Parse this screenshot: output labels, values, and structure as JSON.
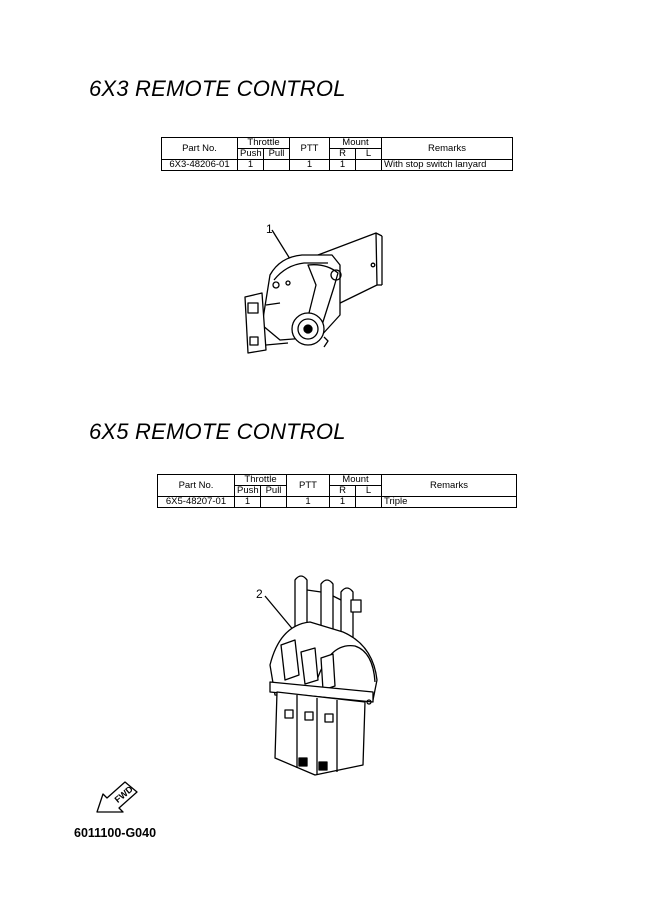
{
  "sections": [
    {
      "title": "6X3 REMOTE CONTROL",
      "table": {
        "headers": {
          "part_no": "Part No.",
          "throttle": "Throttle",
          "push": "Push",
          "pull": "Pull",
          "ptt": "PTT",
          "mount": "Mount",
          "r": "R",
          "l": "L",
          "remarks": "Remarks"
        },
        "row": {
          "part_no": "6X3-48206-01",
          "push": "1",
          "pull": "",
          "ptt": "1",
          "r": "1",
          "l": "",
          "remarks": "With stop switch lanyard"
        }
      },
      "callout": "1"
    },
    {
      "title": "6X5 REMOTE CONTROL",
      "table": {
        "headers": {
          "part_no": "Part No.",
          "throttle": "Throttle",
          "push": "Push",
          "pull": "Pull",
          "ptt": "PTT",
          "mount": "Mount",
          "r": "R",
          "l": "L",
          "remarks": "Remarks"
        },
        "row": {
          "part_no": "6X5-48207-01",
          "push": "1",
          "pull": "",
          "ptt": "1",
          "r": "1",
          "l": "",
          "remarks": "Triple"
        }
      },
      "callout": "2"
    }
  ],
  "fwd_label": "FWD",
  "doc_code": "6011100-G040"
}
